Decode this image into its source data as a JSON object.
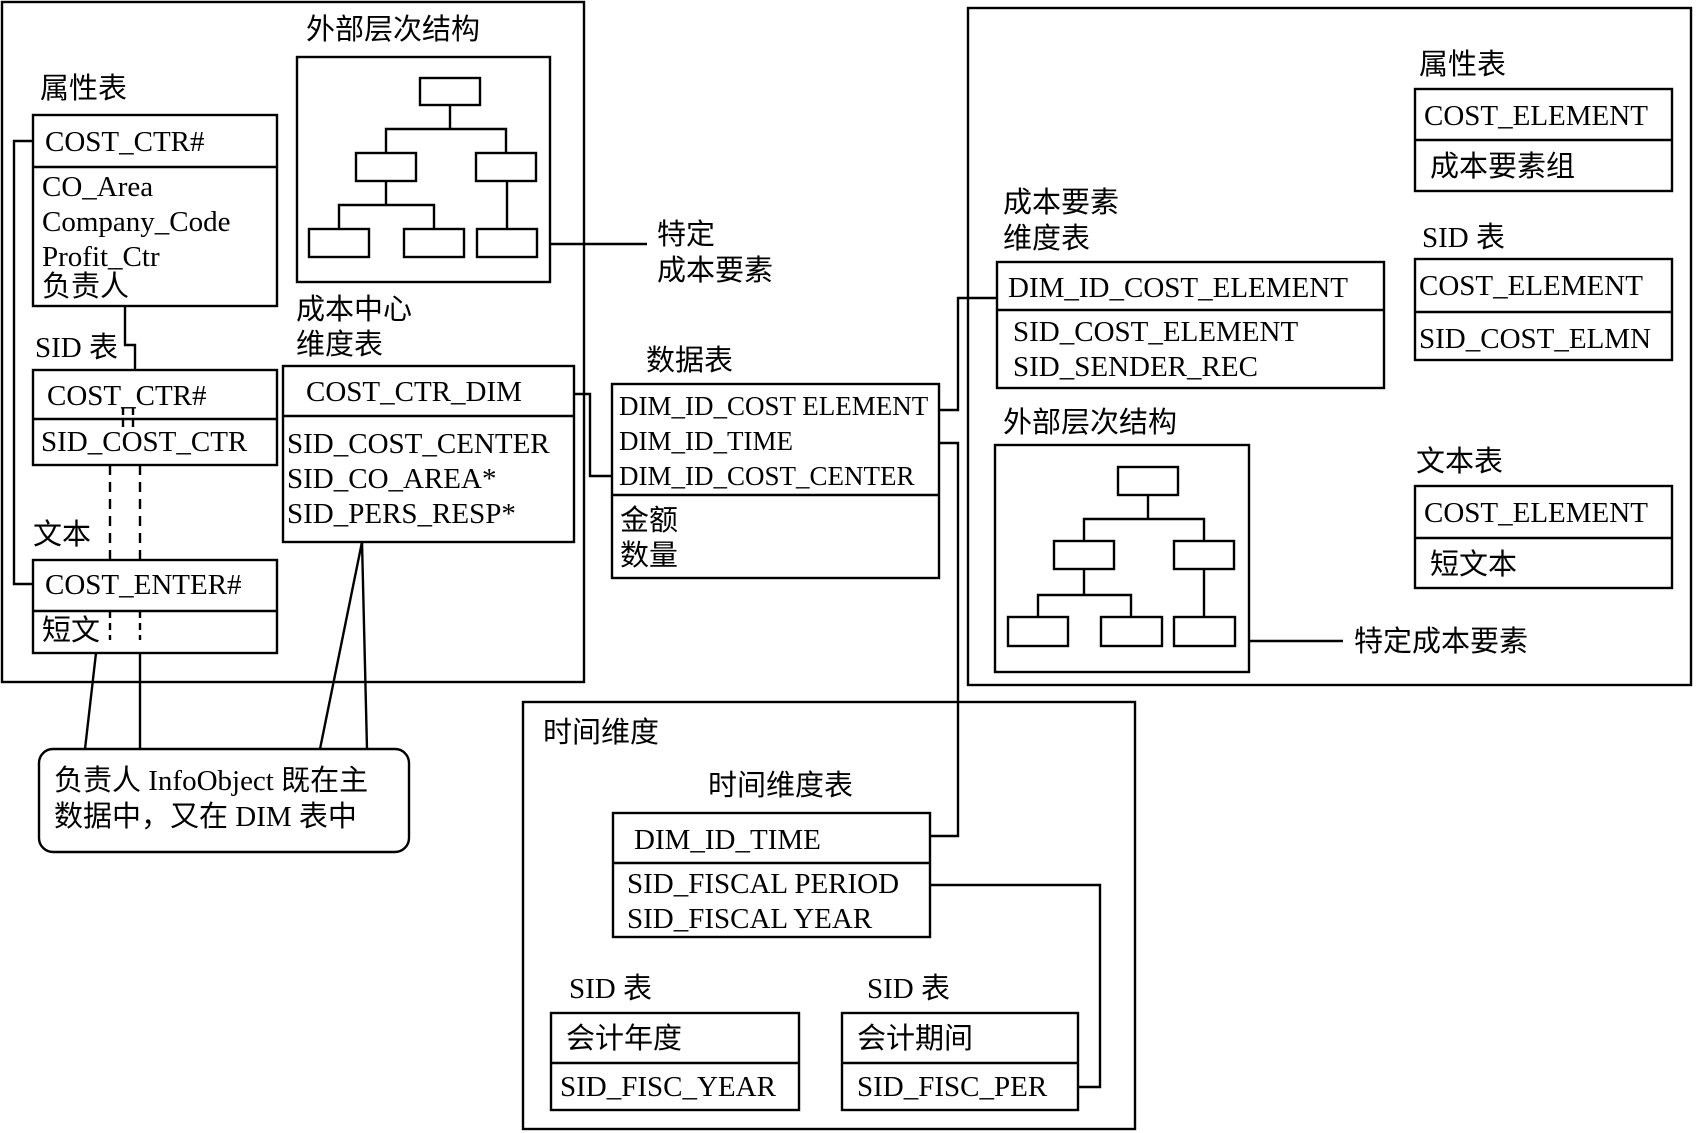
{
  "colors": {
    "line": "#000000",
    "background": "#ffffff"
  },
  "left_group": {
    "attr_title": "属性表",
    "attr_key": "COST_CTR#",
    "attr_fields": [
      "CO_Area",
      "Company_Code",
      "Profit_Ctr",
      "负责人"
    ],
    "sid_title": "SID 表",
    "sid_key": "COST_CTR#",
    "sid_field": "SID_COST_CTR",
    "text_title": "文本",
    "text_key": "COST_ENTER#",
    "text_field": "短文",
    "hier_title": "外部层次结构",
    "hier_note_line1": "特定",
    "hier_note_line2": "成本要素",
    "dim_title_line1": "成本中心",
    "dim_title_line2": "维度表",
    "dim_key": "COST_CTR_DIM",
    "dim_fields": [
      "SID_COST_CENTER",
      "SID_CO_AREA*",
      "SID_PERS_RESP*"
    ]
  },
  "callout": {
    "line1": "负责人 InfoObject 既在主",
    "line2": "数据中，又在 DIM 表中"
  },
  "fact": {
    "title": "数据表",
    "keys": [
      "DIM_ID_COST ELEMENT",
      "DIM_ID_TIME",
      "DIM_ID_COST_CENTER"
    ],
    "measures": [
      "金额",
      "数量"
    ]
  },
  "right_group": {
    "dim_title_line1": "成本要素",
    "dim_title_line2": "维度表",
    "dim_key": "DIM_ID_COST_ELEMENT",
    "dim_fields": [
      "SID_COST_ELEMENT",
      "SID_SENDER_REC"
    ],
    "attr_title": "属性表",
    "attr_key": "COST_ELEMENT",
    "attr_field": "成本要素组",
    "sid_title": "SID 表",
    "sid_key": "COST_ELEMENT",
    "sid_field": "SID_COST_ELMN",
    "text_title": "文本表",
    "text_key": "COST_ELEMENT",
    "text_field": "短文本",
    "hier_title": "外部层次结构",
    "hier_note": "特定成本要素"
  },
  "time_group": {
    "title": "时间维度",
    "dim_title": "时间维度表",
    "dim_key": "DIM_ID_TIME",
    "dim_fields": [
      "SID_FISCAL PERIOD",
      "SID_FISCAL YEAR"
    ],
    "sid_year_title": "SID 表",
    "sid_year_key": "会计年度",
    "sid_year_field": "SID_FISC_YEAR",
    "sid_per_title": "SID 表",
    "sid_per_key": "会计期间",
    "sid_per_field": "SID_FISC_PER"
  }
}
